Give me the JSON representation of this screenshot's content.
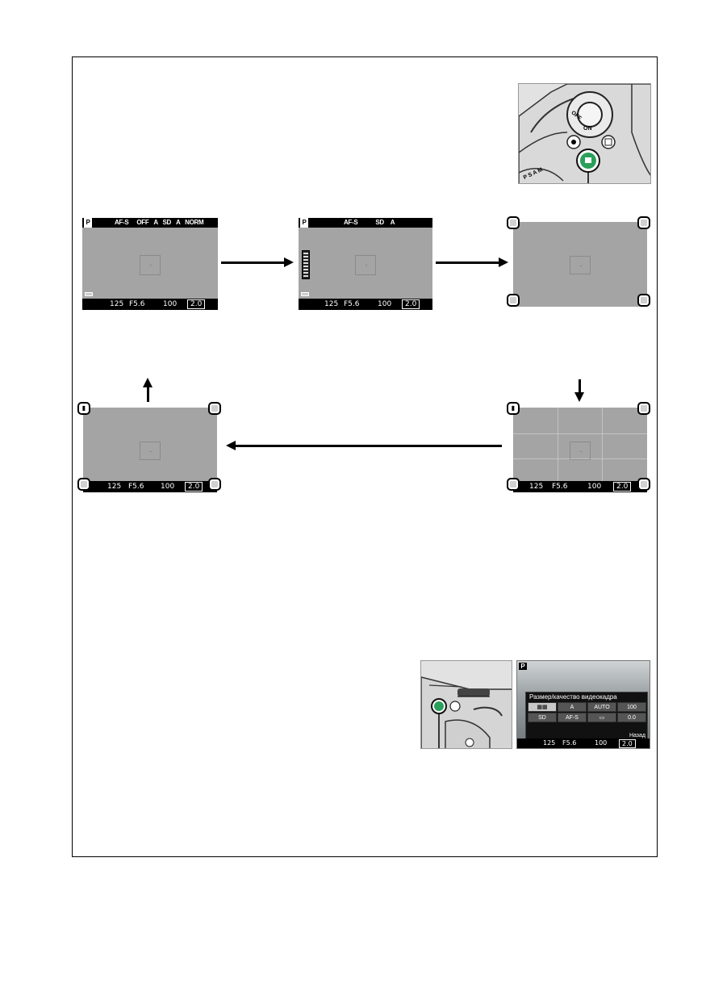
{
  "screen1": {
    "mode": "P",
    "top_items": [
      "AF-S",
      "OFF",
      "A",
      "SD",
      "A",
      "NORM"
    ],
    "shutter": "125",
    "aperture": "F5.6",
    "iso": "100",
    "brightness": "2.0"
  },
  "screen2": {
    "mode": "P",
    "top_items": [
      "AF-S",
      "SD",
      "A"
    ],
    "shutter": "125",
    "aperture": "F5.6",
    "iso": "100",
    "brightness": "2.0"
  },
  "screen4": {
    "shutter": "125",
    "aperture": "F5.6",
    "iso": "100",
    "brightness": "2.0"
  },
  "screen5": {
    "shutter": "125",
    "aperture": "F5.6",
    "iso": "100",
    "brightness": "2.0"
  },
  "camera_top": {
    "switch_off": "OFF",
    "switch_on": "ON",
    "dial_letters": "P S A M"
  },
  "menu_screen": {
    "mode": "P",
    "title": "Размер/качество видеокадра",
    "row1": [
      "A",
      "AUTO",
      "100"
    ],
    "row2": [
      "SD",
      "AF-S",
      "0.0"
    ],
    "back": "Назад",
    "shutter": "125",
    "aperture": "F5.6",
    "iso": "100",
    "brightness": "2.0"
  },
  "colors": {
    "lcd_gray": "#a4a4a4",
    "button_green": "#2aa05a"
  }
}
